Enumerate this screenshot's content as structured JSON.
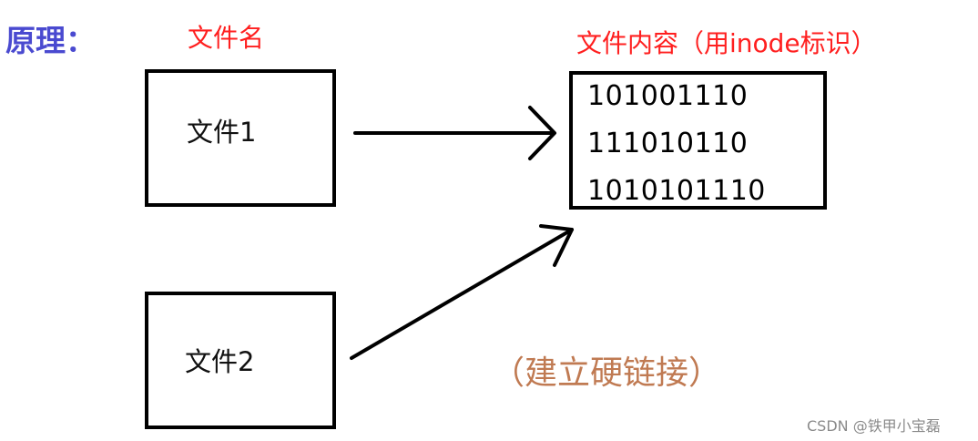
{
  "title": "原理：",
  "header": {
    "file_name_label": "文件名",
    "file_content_label": "文件内容（用inode标识）"
  },
  "files": [
    {
      "label": "文件1"
    },
    {
      "label": "文件2"
    }
  ],
  "content": {
    "bits": [
      "101001110",
      "111010110",
      "1010101110"
    ]
  },
  "note": "（建立硬链接）",
  "credit": "CSDN @铁甲小宝磊",
  "colors": {
    "title": "#4a4ad0",
    "header": "#ff1f1f",
    "note": "#c07a52",
    "credit": "#8a8a8a"
  }
}
